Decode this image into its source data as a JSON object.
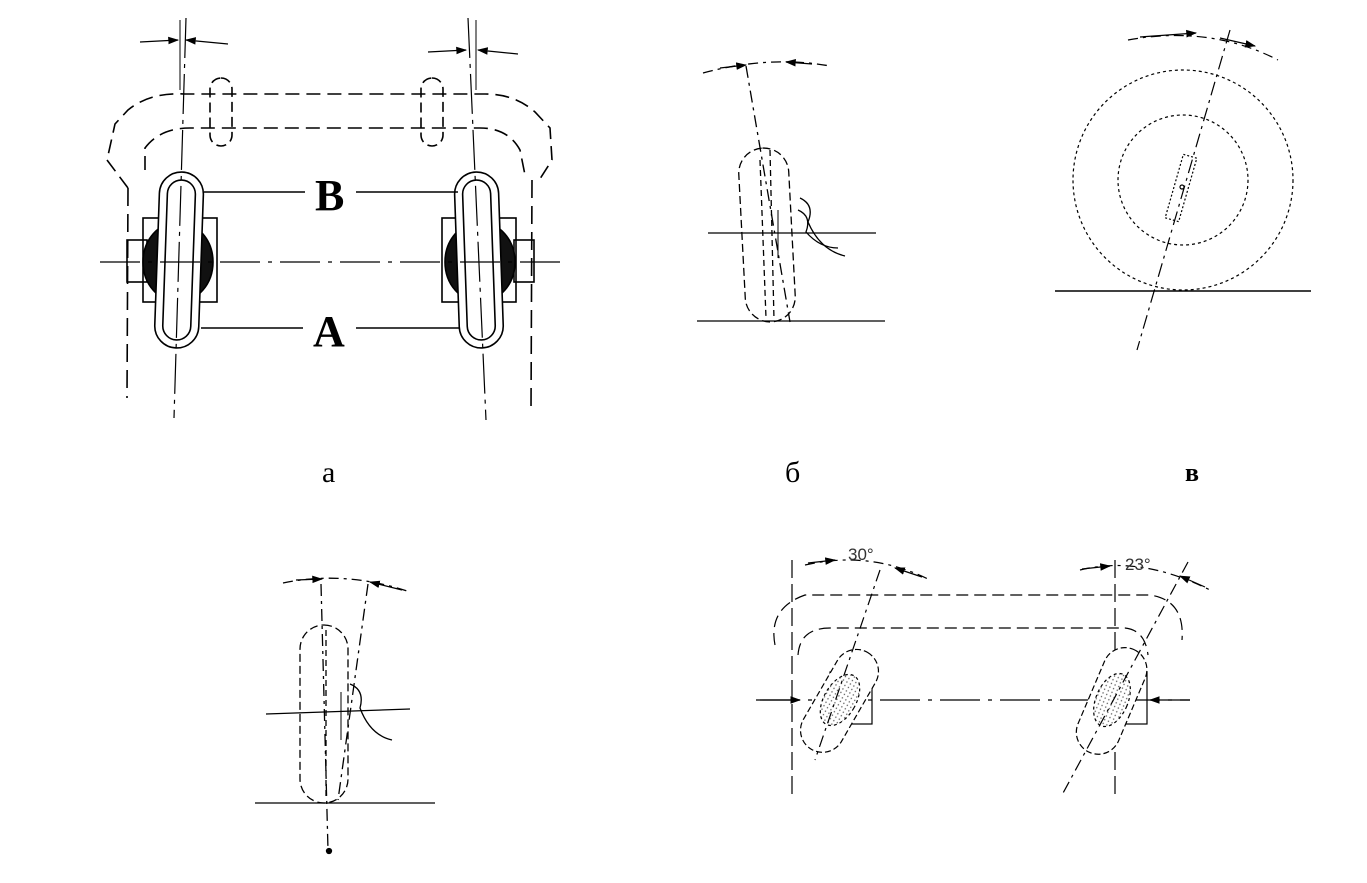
{
  "labels": {
    "dim_b": "B",
    "dim_a": "A",
    "angle_left": "30°",
    "angle_right": "23°"
  },
  "captions": {
    "a": "а",
    "b": "б",
    "v": "в"
  },
  "colors": {
    "stroke": "#000000",
    "hub": "#111111",
    "hatch": "#777777"
  }
}
